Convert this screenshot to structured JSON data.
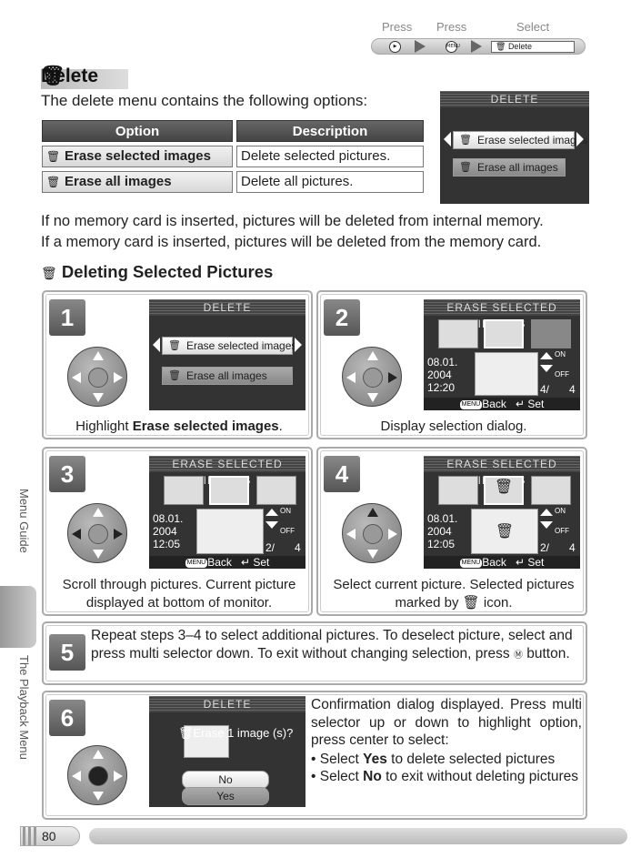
{
  "breadcrumb": {
    "press1": "Press",
    "press2": "Press",
    "select": "Select",
    "playback_button": "▶",
    "menu_button": "MENU",
    "item": "Delete"
  },
  "title": "Delete",
  "intro": "The delete menu contains the following options:",
  "table": {
    "headers": [
      "Option",
      "Description"
    ],
    "rows": [
      {
        "option": "Erase selected images",
        "description": "Delete selected pictures."
      },
      {
        "option": "Erase all images",
        "description": "Delete all pictures."
      }
    ]
  },
  "menu_screen": {
    "title": "DELETE",
    "items": [
      "Erase selected images",
      "Erase all images"
    ]
  },
  "memory_note": [
    "If no memory card is inserted, pictures will be deleted from internal memory.",
    "If a memory card is inserted, pictures will be deleted from the memory card."
  ],
  "subtitle": "Deleting Selected Pictures",
  "side": {
    "menu_guide": "Menu Guide",
    "playback_menu": "The Playback Menu"
  },
  "steps": {
    "s1": {
      "num": "1",
      "caption_pre": "Highlight ",
      "caption_bold": "Erase selected images",
      "caption_post": "."
    },
    "s2": {
      "num": "2",
      "caption": "Display selection dialog."
    },
    "s3": {
      "num": "3",
      "caption": "Scroll through pictures.  Current picture displayed at bottom of monitor."
    },
    "s4": {
      "num": "4",
      "caption_pre": "Select current picture.  Selected pictures marked by ",
      "caption_post": " icon."
    },
    "s5": {
      "num": "5",
      "text_pre": "Repeat steps 3–4 to select additional pictures.  To deselect picture, select and press multi selector down.  To exit without changing selection, press ",
      "text_post": " button."
    },
    "s6": {
      "num": "6",
      "lead": "Confirmation dialog displayed.  Press multi selector up or down to highlight option, press center to select:",
      "b1_pre": "Select ",
      "b1_bold": "Yes",
      "b1_post": " to delete selected pictures",
      "b2_pre": "Select ",
      "b2_bold": "No",
      "b2_post": " to exit without deleting pictures"
    }
  },
  "selection_screen": {
    "title": "ERASE SELECTED IMAGES",
    "date": "08.01.",
    "year": "2004",
    "time_a": "12:20",
    "time_b": "12:05",
    "on": "ON",
    "off": "OFF",
    "counter_a": "4/",
    "counter_b": "2/",
    "total": "4",
    "menu": "MENU",
    "back": "Back",
    "set": "Set"
  },
  "confirm_screen": {
    "title": "DELETE",
    "question": "Erase 1 image (s)?",
    "no": "No",
    "yes": "Yes"
  },
  "page_number": "80"
}
